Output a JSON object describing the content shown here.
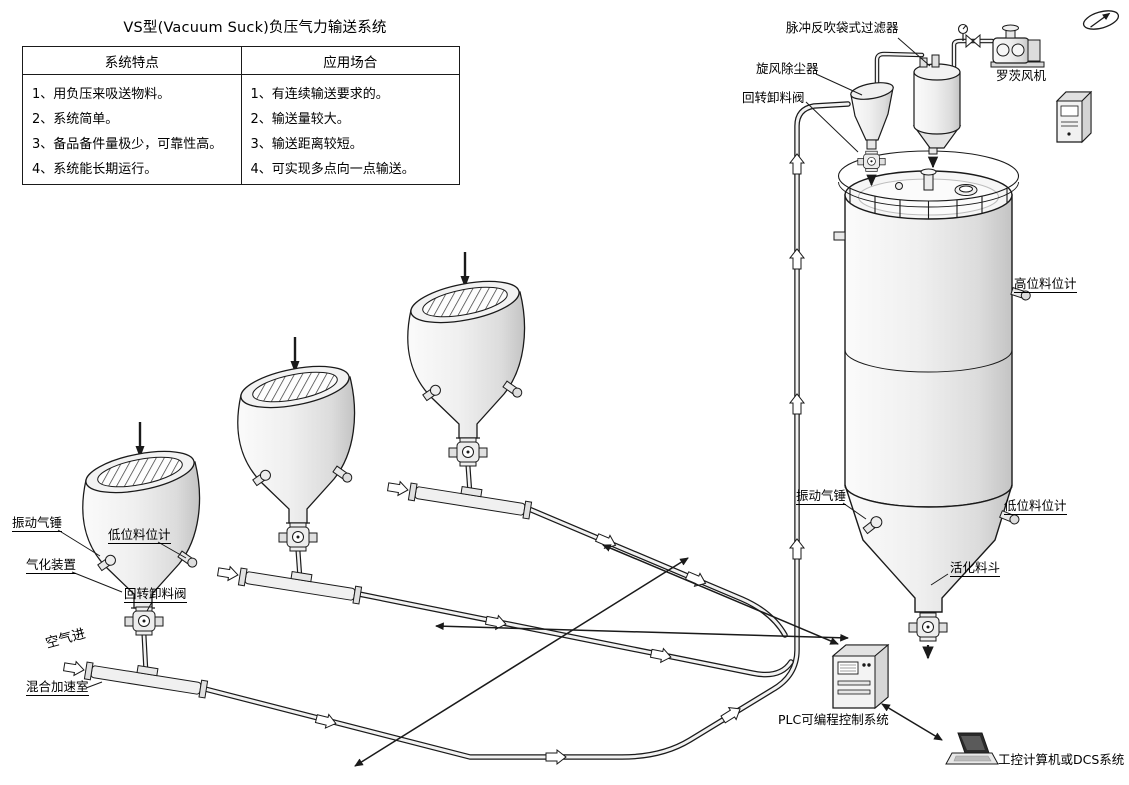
{
  "title": "VS型(Vacuum Suck)负压气力输送系统",
  "table": {
    "headers": {
      "features": "系统特点",
      "applications": "应用场合"
    },
    "features": [
      "1、用负压来吸送物料。",
      "2、系统简单。",
      "3、备品备件量极少，可靠性高。",
      "4、系统能长期运行。"
    ],
    "applications": [
      "1、有连续输送要求的。",
      "2、输送量较大。",
      "3、输送距离较短。",
      "4、可实现多点向一点输送。"
    ]
  },
  "labels": {
    "pulse_bag_filter": "脉冲反吹袋式过滤器",
    "cyclone_separator": "旋风除尘器",
    "rotary_discharge_valve_cyclone": "回转卸料阀",
    "roots_blower": "罗茨风机",
    "high_level_indicator": "高位料位计",
    "low_level_indicator_silo": "低位料位计",
    "vibration_air_hammer_silo": "振动气锤",
    "activation_hopper": "活化料斗",
    "vibration_air_hammer_hopper": "振动气锤",
    "low_level_indicator_hopper": "低位料位计",
    "gasification_device": "气化装置",
    "rotary_discharge_valve_hopper": "回转卸料阀",
    "air_inlet": "空气进",
    "mixing_acceleration_chamber": "混合加速室",
    "plc_system": "PLC可编程控制系统",
    "industrial_computer": "工控计算机或DCS系统"
  },
  "colors": {
    "line": "#1a1a1a",
    "fill_light": "#f5f5f5",
    "fill_mid": "#e0e0e0",
    "fill_dark": "#c4c4c4",
    "background": "#ffffff"
  }
}
